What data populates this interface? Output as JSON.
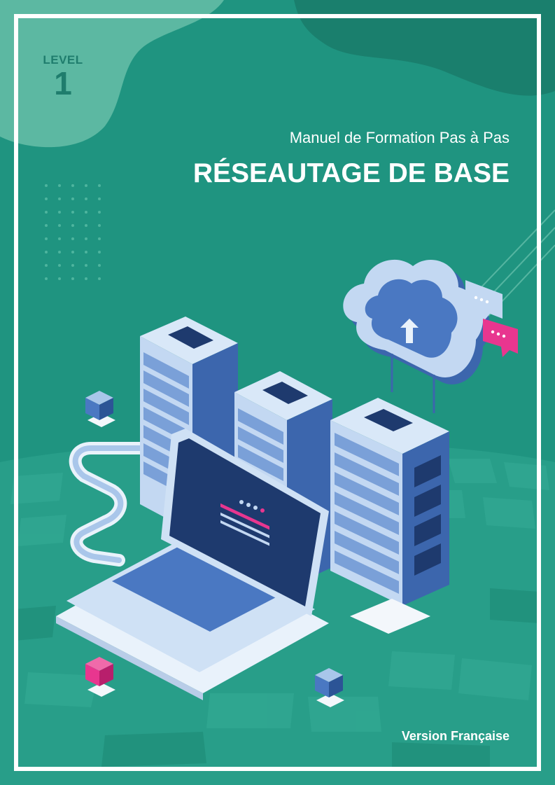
{
  "cover": {
    "level_label": "LEVEL",
    "level_number": "1",
    "subtitle": "Manuel de Formation Pas à Pas",
    "title": "RÉSEAUTAGE DE BASE",
    "version": "Version Française"
  },
  "colors": {
    "background": "#1f9480",
    "dark_blob": "#1a7f6d",
    "light_blob": "#5cb8a2",
    "frame": "#ffffff",
    "accent_pink": "#e8368f",
    "server_blue": "#4a78c2",
    "screen_navy": "#1e3a6e"
  },
  "icons": [
    "cloud-upload-icon",
    "chat-bubble-icon",
    "server-rack-icon",
    "laptop-icon",
    "cube-icon"
  ]
}
